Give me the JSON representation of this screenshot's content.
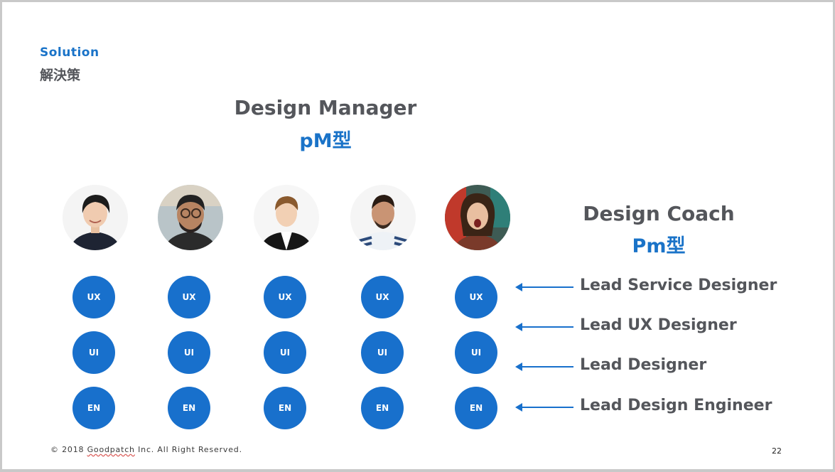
{
  "section": {
    "label_en": "Solution",
    "label_ja": "解決策"
  },
  "design_manager": {
    "title": "Design Manager",
    "type": "pM型"
  },
  "design_coach": {
    "title": "Design Coach",
    "type": "Pm型"
  },
  "members": [
    {
      "id": "member-1",
      "skills": [
        "UX",
        "UI",
        "EN"
      ]
    },
    {
      "id": "member-2",
      "skills": [
        "UX",
        "UI",
        "EN"
      ]
    },
    {
      "id": "member-3",
      "skills": [
        "UX",
        "UI",
        "EN"
      ]
    },
    {
      "id": "member-4",
      "skills": [
        "UX",
        "UI",
        "EN"
      ]
    },
    {
      "id": "member-5",
      "skills": [
        "UX",
        "UI",
        "EN"
      ]
    }
  ],
  "roles": [
    "Lead Service Designer",
    "Lead UX Designer",
    "Lead Designer",
    "Lead Design Engineer"
  ],
  "footer": {
    "prefix": "© 2018 ",
    "company": "Goodpatch",
    "suffix": " Inc. All Right Reserved."
  },
  "page_number": "22",
  "colors": {
    "accent": "#1870cc",
    "heading": "#54565b"
  }
}
